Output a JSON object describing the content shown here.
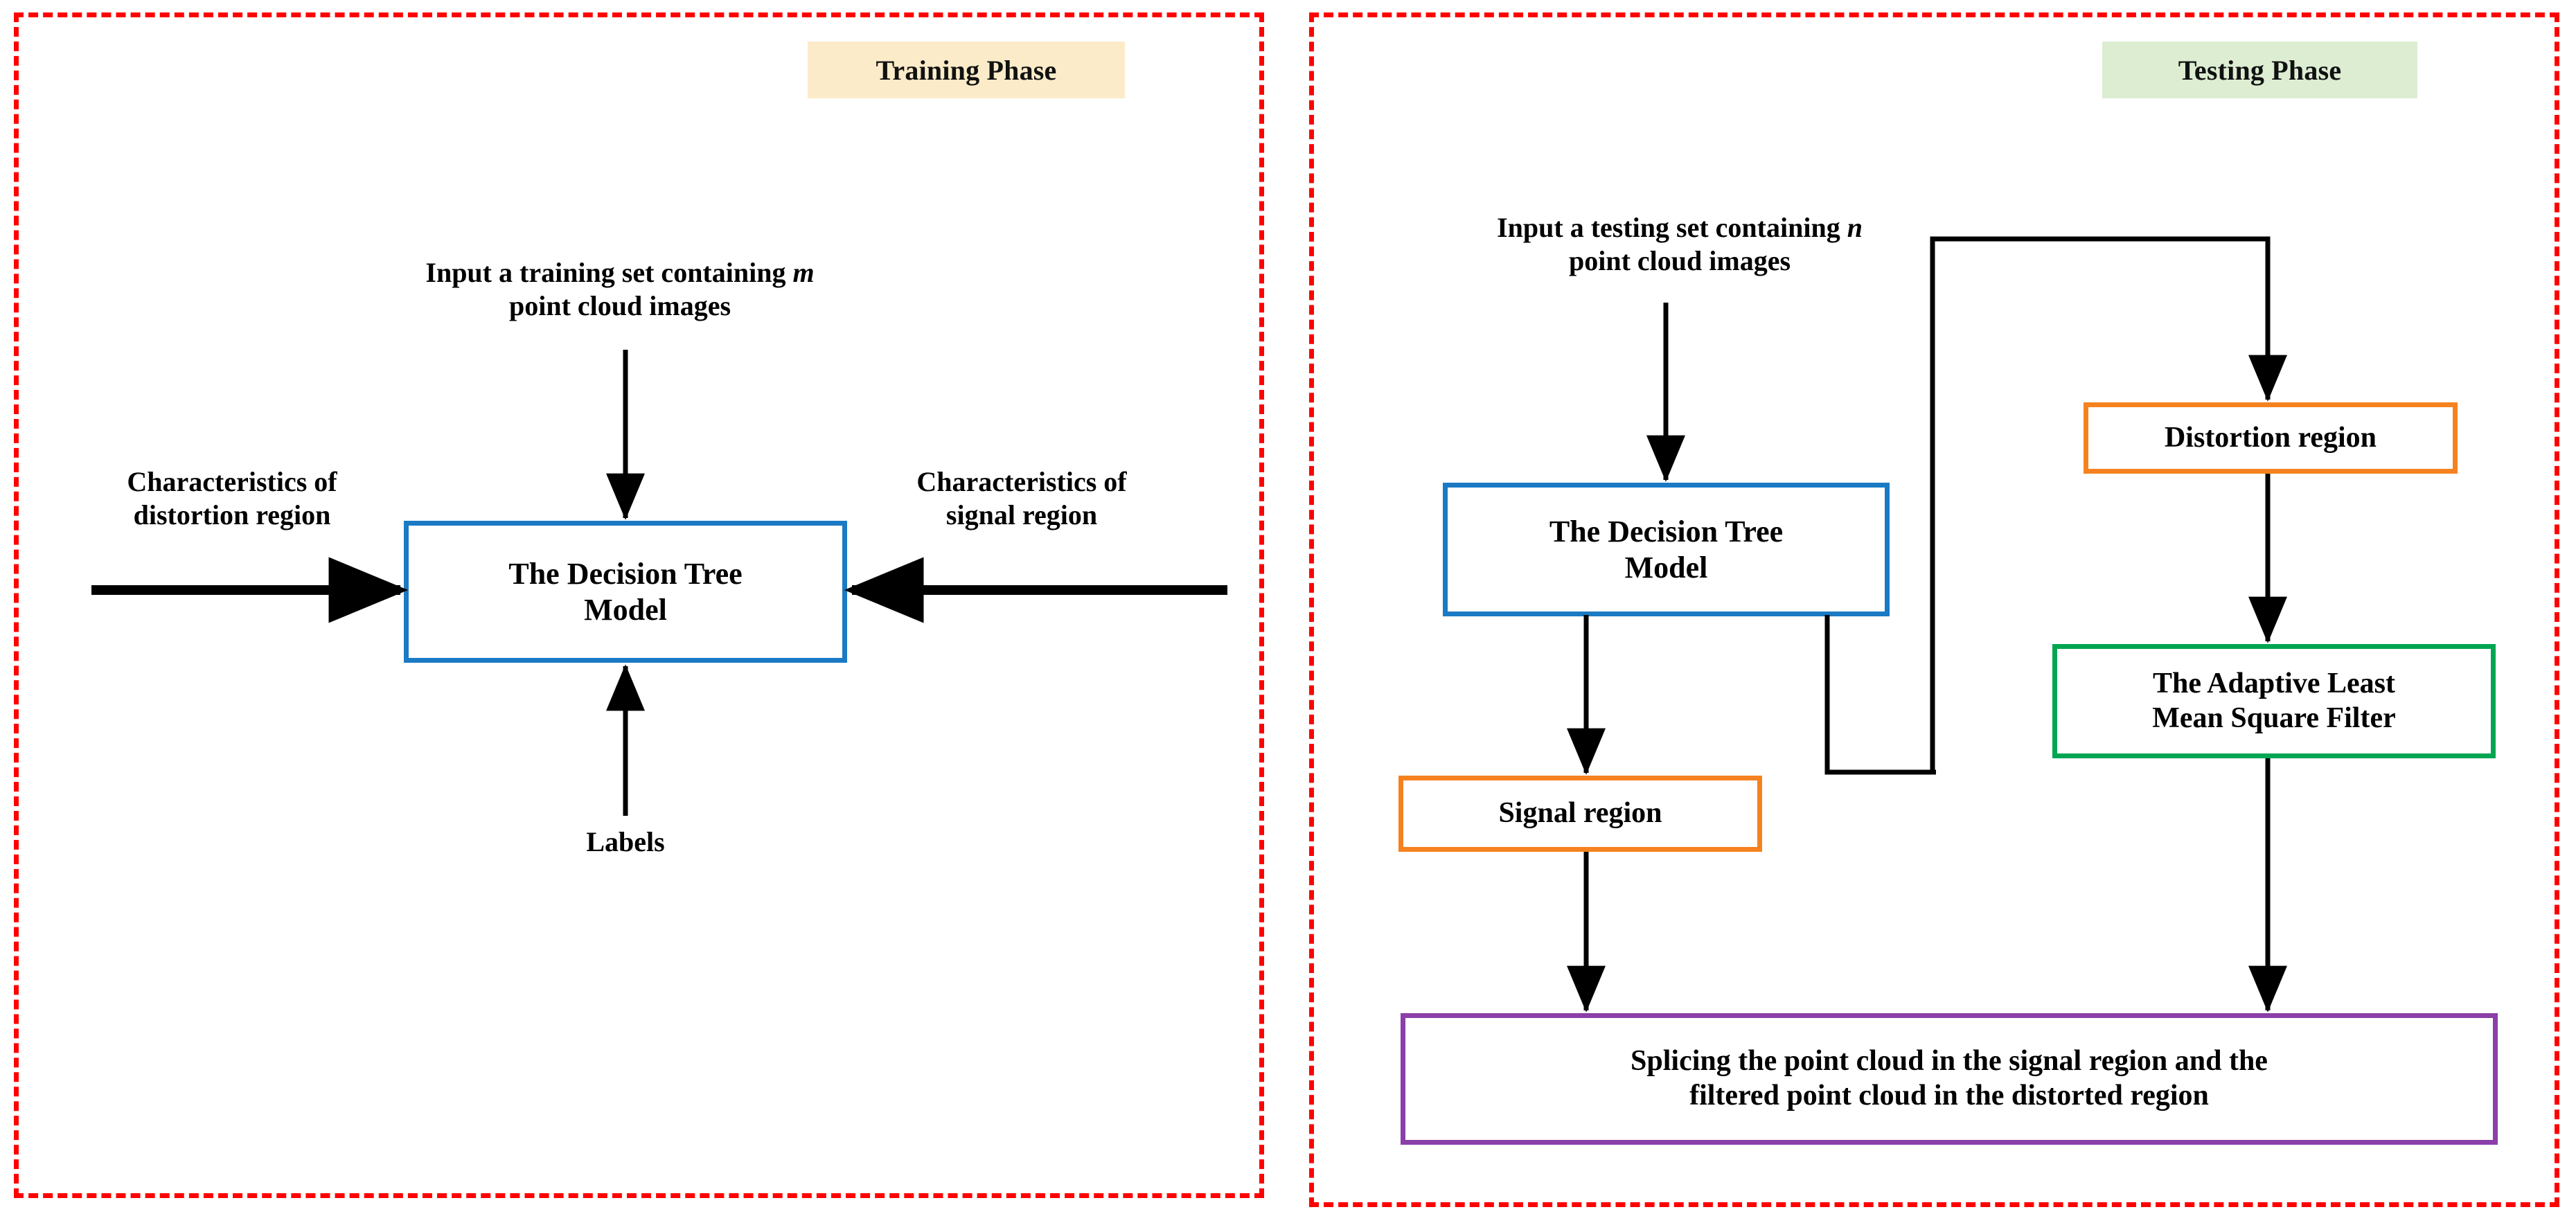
{
  "diagram": {
    "title_left": "Training Phase",
    "title_right": "Testing Phase",
    "border_color": "#FF0000",
    "arrow_color": "#000000"
  },
  "training": {
    "tag": "Training Phase",
    "tag_bg": "#FBEBC8",
    "input_line1": "Input a training set containing ",
    "input_italic": "m",
    "input_line2": "point cloud images",
    "left_label_line1": "Characteristics of",
    "left_label_line2": "distortion region",
    "right_label_line1": "Characteristics of",
    "right_label_line2": "signal region",
    "bottom_label": "Labels",
    "model_line1": "The Decision Tree",
    "model_line2": "Model",
    "model_border": "#1B7AC4"
  },
  "testing": {
    "tag": "Testing Phase",
    "tag_bg": "#DCEDD2",
    "input_line1": "Input a testing set containing ",
    "input_italic": "n",
    "input_line2": "point cloud images",
    "model_line1": "The Decision Tree",
    "model_line2": "Model",
    "model_border": "#1B7AC4",
    "signal_region": "Signal region",
    "signal_border": "#F5821F",
    "distortion_region": "Distortion region",
    "distortion_border": "#F5821F",
    "filter_line1": "The Adaptive Least",
    "filter_line2": "Mean Square Filter",
    "filter_border": "#00A651",
    "splice_line1": "Splicing the point cloud in the signal region and the",
    "splice_line2": "filtered point cloud in the distorted region",
    "splice_border": "#8B3FA8"
  }
}
